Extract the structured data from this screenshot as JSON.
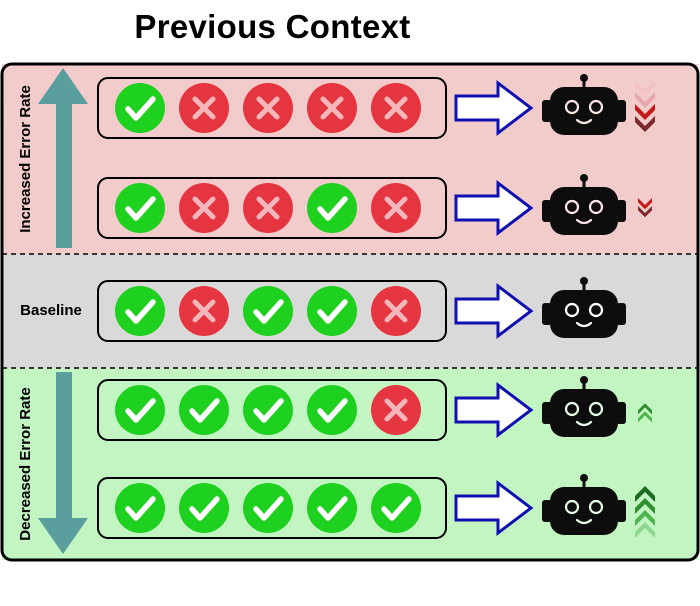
{
  "title": "Previous Context",
  "sections": {
    "increased": {
      "label": "Increased Error Rate",
      "color": "#f2cccb"
    },
    "baseline": {
      "label": "Baseline",
      "color": "#d9d9d9"
    },
    "decreased": {
      "label": "Decreased Error Rate",
      "color": "#c3f5c3"
    }
  },
  "rows": [
    {
      "id": "inc-high",
      "section": "increased",
      "results": [
        "correct",
        "wrong",
        "wrong",
        "wrong",
        "wrong"
      ],
      "feedback": {
        "direction": "down",
        "level": 4
      }
    },
    {
      "id": "inc-low",
      "section": "increased",
      "results": [
        "correct",
        "wrong",
        "wrong",
        "correct",
        "wrong"
      ],
      "feedback": {
        "direction": "down",
        "level": 2
      }
    },
    {
      "id": "baseline",
      "section": "baseline",
      "results": [
        "correct",
        "wrong",
        "correct",
        "correct",
        "wrong"
      ],
      "feedback": {
        "direction": "none",
        "level": 0
      }
    },
    {
      "id": "dec-low",
      "section": "decreased",
      "results": [
        "correct",
        "correct",
        "correct",
        "correct",
        "wrong"
      ],
      "feedback": {
        "direction": "up",
        "level": 2
      }
    },
    {
      "id": "dec-high",
      "section": "decreased",
      "results": [
        "correct",
        "correct",
        "correct",
        "correct",
        "correct"
      ],
      "feedback": {
        "direction": "up",
        "level": 4
      }
    }
  ],
  "colors": {
    "correct": "#1fd11f",
    "wrong": "#e53541",
    "arrow_outline": "#1010b0",
    "trend_arrow": "#5b9e9e",
    "robot": "#0d0d0d",
    "robot_face_up": "#e6ffe6",
    "robot_face_down": "#ffe6e6",
    "chevron_down": [
      "#f5c2c4",
      "#e8a6ad",
      "#c21a1a",
      "#7a2a2a"
    ],
    "chevron_up": [
      "#1f6b1f",
      "#2f8f2f",
      "#4fb44f",
      "#8fd88f"
    ]
  },
  "icons": [
    "check-icon",
    "cross-icon",
    "arrow-right-icon",
    "robot-icon",
    "chevron-icon"
  ]
}
